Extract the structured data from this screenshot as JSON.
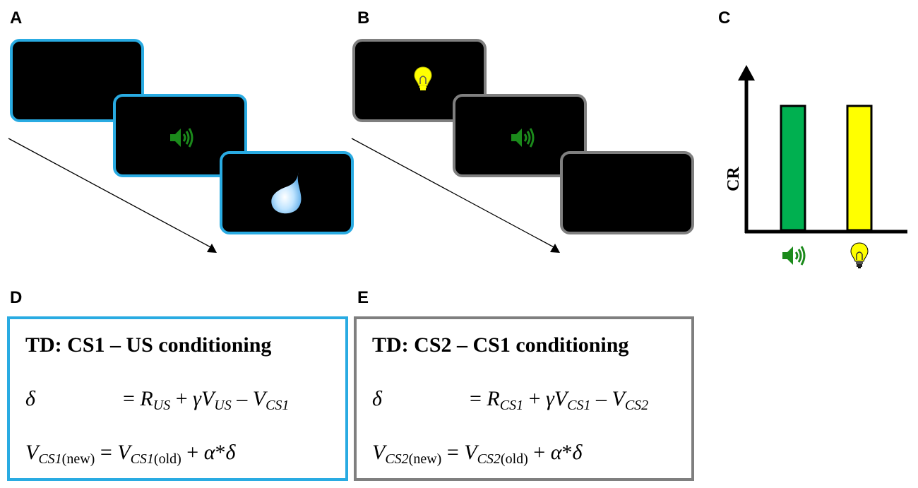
{
  "panels": {
    "a": "A",
    "b": "B",
    "c": "C",
    "d": "D",
    "e": "E"
  },
  "colors": {
    "cs1_frame": "#29abe2",
    "cs2_frame": "#7f7f7f",
    "tone": "#1b8a1b",
    "light": "#ffff00",
    "bar_tone": "#00b050",
    "bar_light": "#ffff00"
  },
  "icons": {
    "tone": "speaker-icon",
    "light": "lightbulb-icon",
    "reward": "water-drop-icon"
  },
  "chart_data": {
    "type": "bar",
    "categories": [
      "speaker-icon",
      "lightbulb-icon"
    ],
    "values": [
      1,
      1
    ],
    "ylabel": "CR",
    "xlabel": ""
  },
  "box_d": {
    "title": "TD: CS1 – US conditioning",
    "delta": "δ",
    "eq1": {
      "prefix": "= ",
      "R": "R",
      "R_sub": "US",
      "plus1": " + ",
      "gamma": "γ",
      "V1": "V",
      "V1_sub": "US",
      "minus": " – ",
      "V2": "V",
      "V2_sub": "CS1"
    },
    "eq2": {
      "V": "V",
      "sub_a": "CS1",
      "sub_b": "(new)",
      "eq": " = ",
      "V_old": "V",
      "sub_c": "CS1",
      "sub_d": "(old)",
      "plus": " + ",
      "alpha": "α",
      "star": "*",
      "delta": "δ"
    }
  },
  "box_e": {
    "title": "TD: CS2 – CS1 conditioning",
    "delta": "δ",
    "eq1": {
      "prefix": "= ",
      "R": "R",
      "R_sub": "CS1",
      "plus1": " + ",
      "gamma": "γ",
      "V1": "V",
      "V1_sub": "CS1",
      "minus": " – ",
      "V2": "V",
      "V2_sub": "CS2"
    },
    "eq2": {
      "V": "V",
      "sub_a": "CS2",
      "sub_b": "(new)",
      "eq": " = ",
      "V_old": "V",
      "sub_c": "CS2",
      "sub_d": "(old)",
      "plus": " + ",
      "alpha": "α",
      "star": "*",
      "delta": "δ"
    }
  }
}
